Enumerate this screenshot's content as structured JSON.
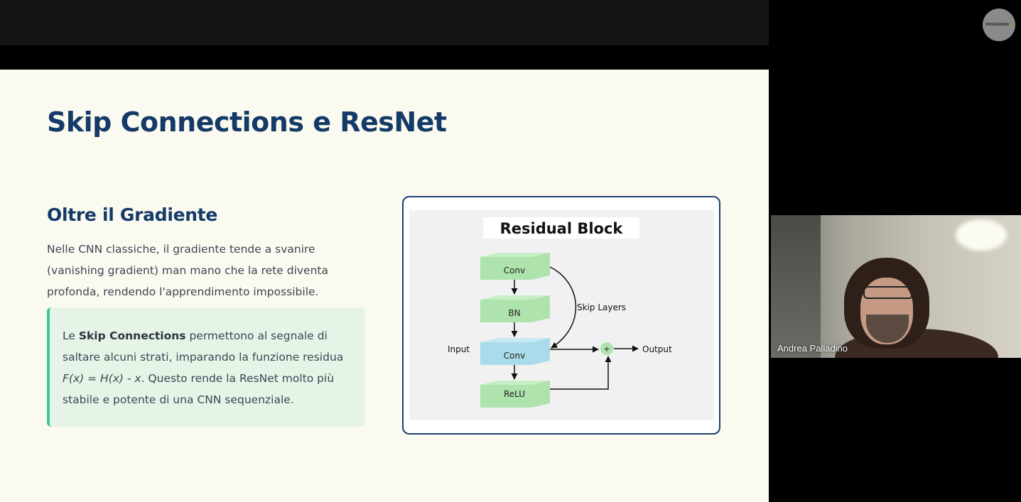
{
  "slide": {
    "title": "Skip Connections e ResNet",
    "subtitle": "Oltre il Gradiente",
    "paragraph": "Nelle CNN classiche, il gradiente tende a svanire (vanishing gradient) man mano che la rete diventa profonda, rendendo l'apprendimento impossibile.",
    "callout": {
      "prefix": "Le ",
      "bold": "Skip Connections",
      "middle": " permettono al segnale di saltare alcuni strati, imparando la funzione residua ",
      "formula": "F(x) = H(x) - x",
      "suffix": ". Questo rende la ResNet molto più stabile e potente di una CNN sequenziale."
    },
    "diagram": {
      "title": "Residual Block",
      "blocks": [
        "Conv",
        "BN",
        "Conv",
        "ReLU"
      ],
      "input_label": "Input",
      "output_label": "Output",
      "skip_label": "Skip Layers",
      "plus_symbol": "+"
    }
  },
  "participant": {
    "name": "Andrea Palladino"
  },
  "logo": {
    "text": "PROFESSION",
    "accent": "AI"
  },
  "colors": {
    "title": "#143a68",
    "callout_bg": "#e6f4e8",
    "callout_border": "#3ec79d",
    "block_green": "#aee3ad",
    "block_blue": "#a9dcea"
  }
}
